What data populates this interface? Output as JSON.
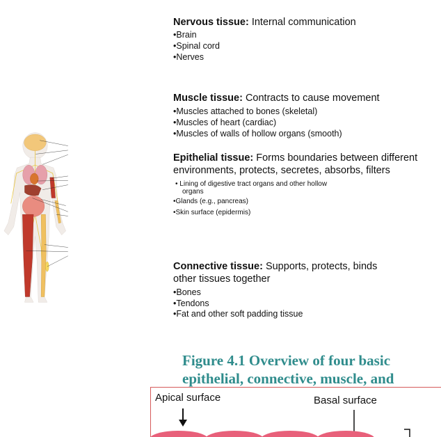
{
  "nervous": {
    "heading": "Nervous tissue:",
    "desc": " Internal communication",
    "items": [
      "•Brain",
      "•Spinal cord",
      "•Nerves"
    ]
  },
  "muscle": {
    "heading": "Muscle tissue:",
    "desc": " Contracts to cause movement",
    "items": [
      "•Muscles attached to bones (skeletal)",
      "•Muscles of heart (cardiac)",
      "•Muscles of walls of hollow organs (smooth)"
    ]
  },
  "epithelial": {
    "heading": "Epithelial tissue:",
    "desc_line1": " Forms boundaries between different",
    "desc_line2": "environments, protects, secretes, absorbs, filters",
    "items": [
      "•  Lining of digestive tract organs and other hollow",
      "organs",
      "•Glands (e.g., pancreas)",
      "•Skin surface (epidermis)"
    ]
  },
  "connective": {
    "heading": "Connective tissue:",
    "desc_line1": " Supports, protects, binds",
    "desc_line2": "other tissues together",
    "items": [
      "•Bones",
      "•Tendons",
      "•Fat and other soft padding tissue"
    ]
  },
  "caption": {
    "line1": "Figure 4.1 Overview of four basic",
    "line2": "epithelial, connective, muscle, and"
  },
  "inset": {
    "apical_label": "Apical surface",
    "basal_label": "Basal surface"
  },
  "colors": {
    "caption": "#2f8c8c",
    "muscle": "#c0392b",
    "bone": "#f0c060",
    "brain": "#f2c77a",
    "epithelium": "#e8607a"
  }
}
